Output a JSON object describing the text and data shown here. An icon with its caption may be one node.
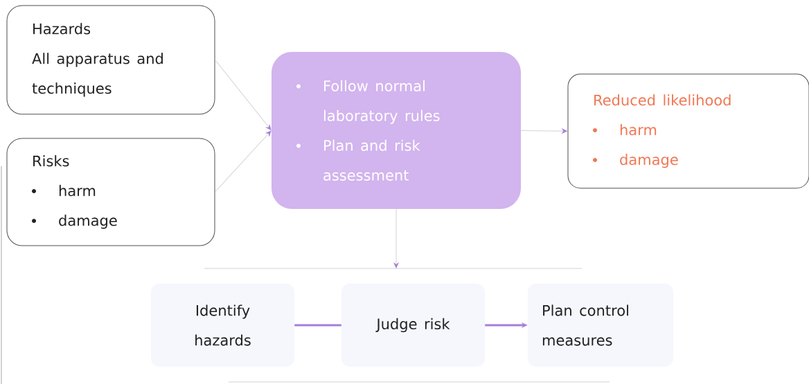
{
  "diagram": {
    "nodes": [
      {
        "text": [
          "Hazards",
          "All apparatus and techniques"
        ]
      },
      {
        "text": [
          "Risks",
          "harm",
          "damage"
        ]
      },
      {
        "text": [
          "Follow normal laboratory rules",
          "Plan and risk assessment"
        ]
      },
      {
        "text": [
          "Reduced likelihood",
          "harm",
          "damage"
        ]
      },
      {
        "text": [
          "Identify hazards"
        ]
      },
      {
        "text": [
          "Judge risk"
        ]
      },
      {
        "text": [
          "Plan control measures"
        ]
      }
    ],
    "edges": [
      {
        "from": 0,
        "to": 2,
        "arrow": "to"
      },
      {
        "from": 1,
        "to": 2,
        "arrow": "to"
      },
      {
        "from": 2,
        "to": 3,
        "arrow": "to"
      },
      {
        "from": 2,
        "to": null,
        "arrow": "to"
      },
      {
        "from": 4,
        "to": 5,
        "arrow": "none",
        "style": "thick",
        "color": "#a57fdc"
      },
      {
        "from": 5,
        "to": 6,
        "arrow": "to",
        "style": "thick",
        "color": "#a57fdc"
      }
    ]
  }
}
